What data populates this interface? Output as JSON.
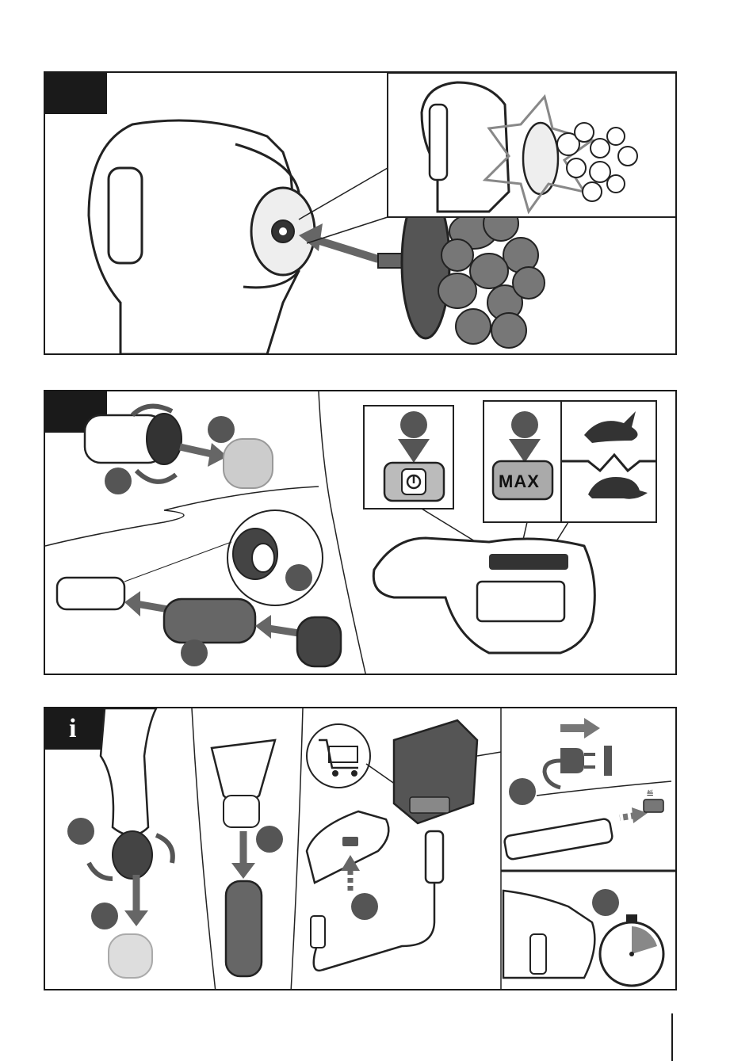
{
  "panels": [
    {
      "id": "panel-1",
      "tag": ""
    },
    {
      "id": "panel-2",
      "tag": "",
      "speed_label": "MAX"
    },
    {
      "id": "panel-3",
      "tag": "i"
    }
  ],
  "icons": [
    "power-icon",
    "hare-icon",
    "tortoise-icon",
    "shopping-cart-icon",
    "usb-icon",
    "stopwatch-icon",
    "plug-icon"
  ]
}
